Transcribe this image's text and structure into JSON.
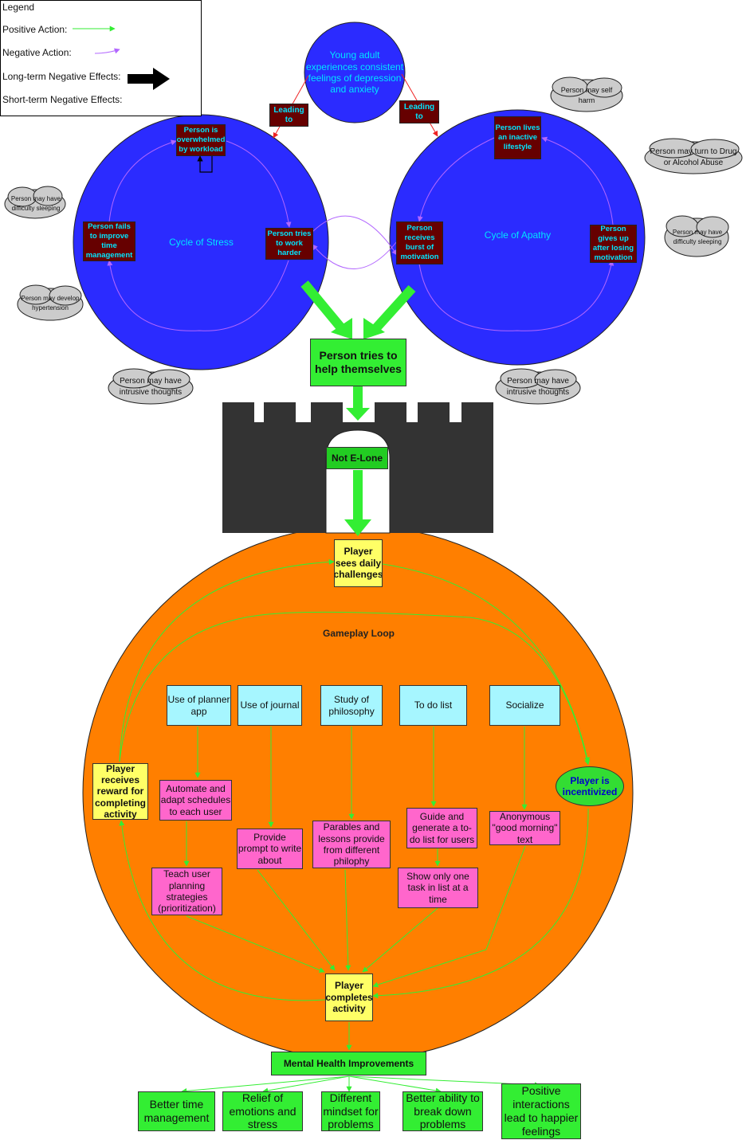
{
  "legend": {
    "title": "Legend",
    "positive": "Positive Action:",
    "negative": "Negative Action:",
    "long_term": "Long-term Negative Effects:",
    "short_term": "Short-term Negative Effects:"
  },
  "top_circle": "Young adult experiences consistent feelings of depression and anxiety",
  "leading_left": "Leading to",
  "leading_right": "Leading to",
  "stress": {
    "title": "Cycle of Stress",
    "overwhelmed": "Person is overwhelmed by workload",
    "tries_harder": "Person tries to work harder",
    "fails": "Person fails to improve time management"
  },
  "apathy": {
    "title": "Cycle of Apathy",
    "inactive": "Person lives an inactive lifestyle",
    "gives_up": "Person gives up after losing motivation",
    "burst": "Person receives burst of motivation"
  },
  "clouds": {
    "sleep_left": "Person may have difficulty sleeping",
    "hypertension": "Person may develop hypertension",
    "intrusive_left": "Person may have intrusive thoughts",
    "self_harm": "Person may self harm",
    "drug": "Person may turn to Drug or Alcohol Abuse",
    "sleep_right": "Person may have difficulty sleeping",
    "intrusive_right": "Person may have intrusive thoughts"
  },
  "help": "Person tries to help themselves",
  "castle_label": "Not E-Lone",
  "game": {
    "title": "Gameplay Loop",
    "daily": "Player sees daily challenges",
    "reward": "Player receives reward for completing activity",
    "incentivized": "Player is incentivized",
    "completes": "Player completes activity",
    "features": [
      "Use of planner app",
      "Use of journal",
      "Study of philosophy",
      "To do list",
      "Socialize"
    ],
    "automate": "Automate and adapt schedules to each user",
    "teach": "Teach user planning strategies (prioritization)",
    "journal_prompt": "Provide prompt to write about",
    "parables": "Parables and lessons provide from different philophy",
    "guide": "Guide and generate a to-do list for users",
    "show_one": "Show only one task in list at a time",
    "anonymous": "Anonymous \"good morning\" text"
  },
  "improvements": {
    "title": "Mental Health Improvements",
    "items": [
      "Better time management",
      "Relief of emotions and stress",
      "Different mindset for problems",
      "Better ability to break down problems",
      "Positive interactions lead to happier feelings"
    ]
  },
  "colors": {
    "blue": "#2b2bff",
    "orange": "#ff7f00",
    "green": "#33ee33",
    "purple": "#b266ff",
    "castle": "#333333"
  }
}
